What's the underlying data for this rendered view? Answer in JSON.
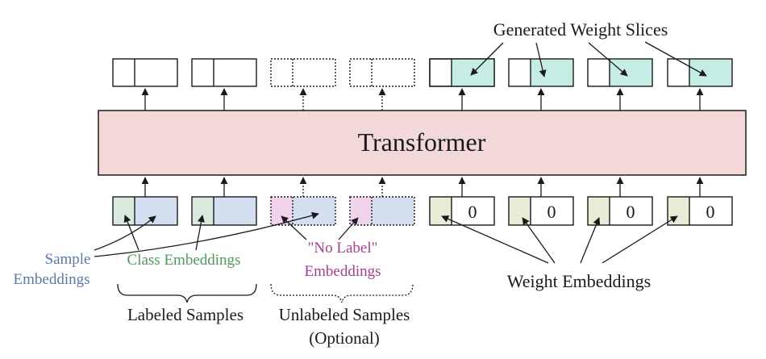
{
  "title_label": "Generated Weight Slices",
  "transformer_label": "Transformer",
  "zero_label": "0",
  "labels": {
    "sample_embeddings_line1": "Sample",
    "sample_embeddings_line2": "Embeddings",
    "class_embeddings": "Class Embeddings",
    "no_label_line1": "\"No Label\"",
    "no_label_line2": "Embeddings",
    "weight_embeddings": "Weight Embeddings",
    "labeled_samples": "Labeled Samples",
    "unlabeled_samples_line1": "Unlabeled Samples",
    "unlabeled_samples_line2": "(Optional)"
  },
  "colors": {
    "transformer_fill": "#f2d8d8",
    "class_green": "#d7eadb",
    "sample_blue": "#d3dff0",
    "nolabel_pink": "#f1d3ec",
    "weight_olive": "#e8ecd6",
    "generated_teal": "#c6ede5",
    "sample_text": "#5a78a8",
    "class_text": "#4d9a5c",
    "nolabel_text": "#a3408f",
    "text": "#1a1a1a"
  }
}
